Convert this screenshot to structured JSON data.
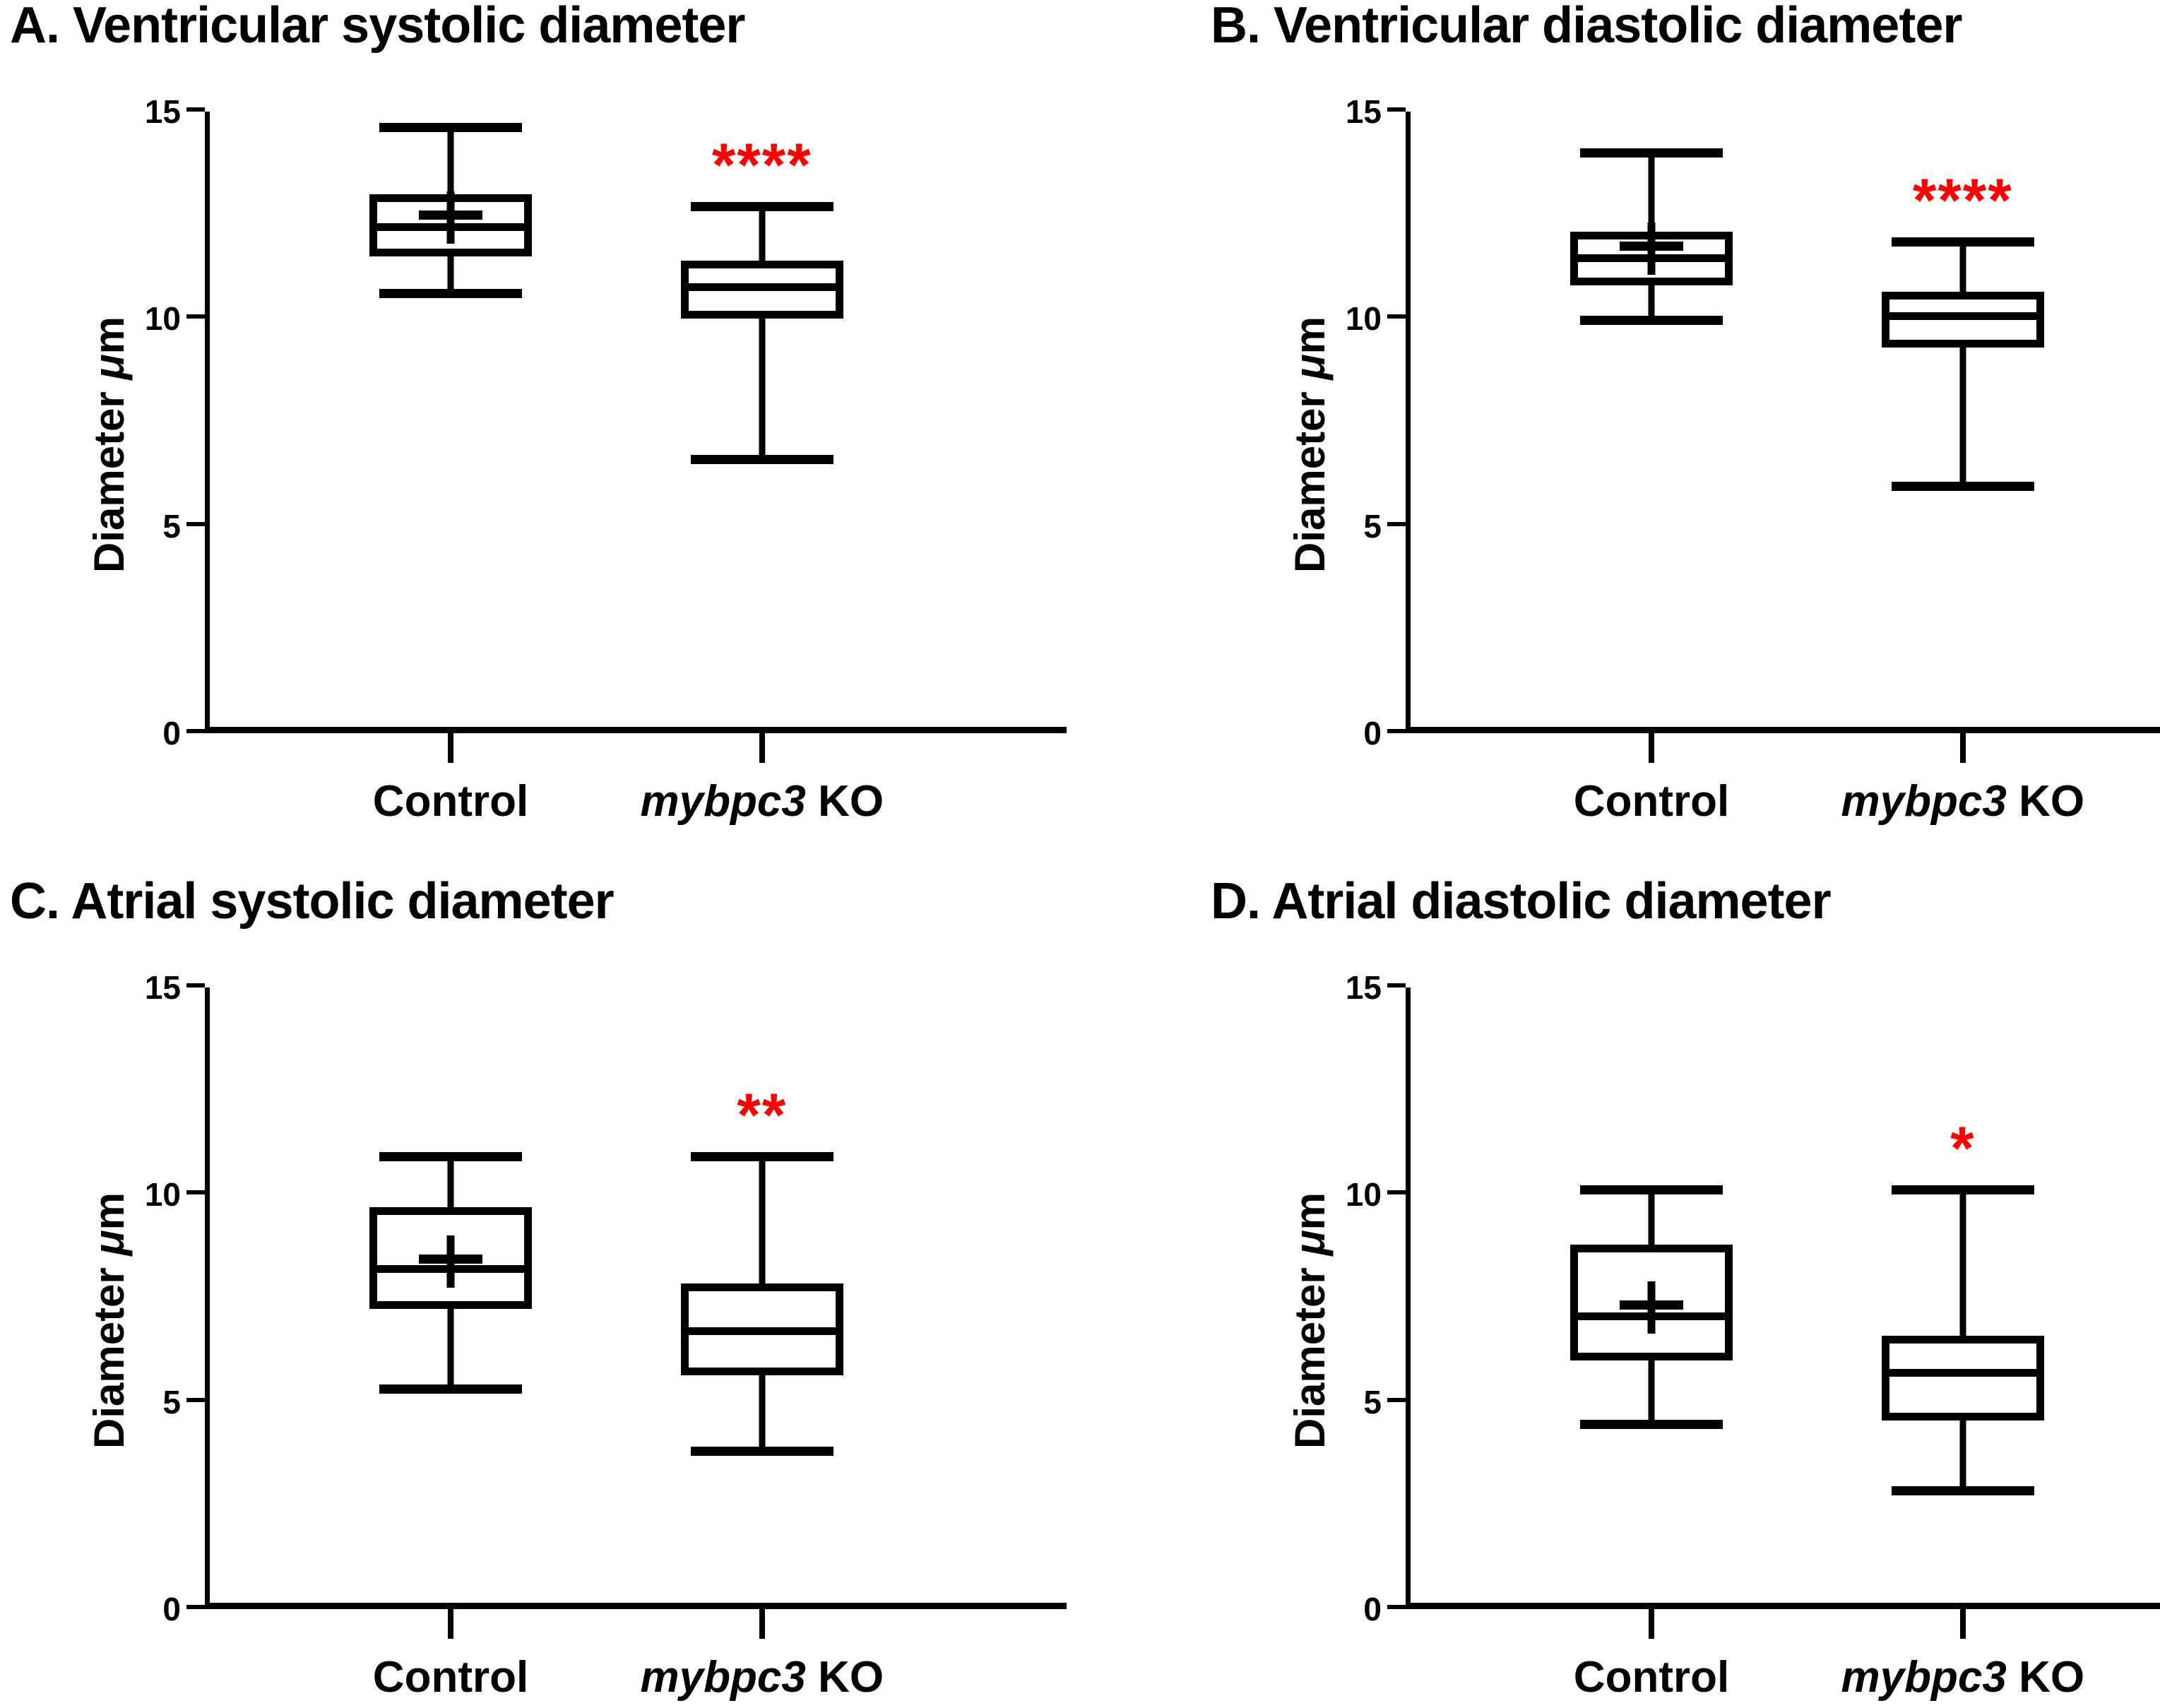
{
  "figure": {
    "background": "#ffffff",
    "axis_color": "#000000",
    "significance_color": "#ff0000"
  },
  "axis": {
    "ylabel": "Diameter ",
    "ylabel_mu": "μ",
    "ylabel_unit": "m",
    "yticks": [
      0,
      5,
      10,
      15
    ],
    "ytick_labels": [
      "0",
      "5",
      "10",
      "15"
    ],
    "ymin": 0,
    "ymax": 15,
    "categories": [
      "Control",
      "mybpc3 KO"
    ],
    "category_gene": "mybpc3",
    "category_suffix": " KO"
  },
  "panels": [
    {
      "id": "A",
      "letter": "A.",
      "title": "Ventricular systolic diameter",
      "full_title": "A. Ventricular systolic diameter"
    },
    {
      "id": "B",
      "letter": "B.",
      "title": "Ventricular diastolic diameter",
      "full_title": "B. Ventricular diastolic diameter"
    },
    {
      "id": "C",
      "letter": "C.",
      "title": "Atrial systolic diameter",
      "full_title": "C. Atrial systolic diameter"
    },
    {
      "id": "D",
      "letter": "D.",
      "title": "Atrial diastolic diameter",
      "full_title": "D. Atrial diastolic diameter"
    }
  ],
  "chart_data": [
    {
      "type": "box",
      "panel": "A",
      "title": "A. Ventricular systolic diameter",
      "xlabel": "",
      "ylabel": "Diameter μm",
      "ylim": [
        0,
        15
      ],
      "yticks": [
        0,
        5,
        10,
        15
      ],
      "grid": false,
      "legend": "none",
      "categories": [
        "Control",
        "mybpc3 KO"
      ],
      "boxes": [
        {
          "category": "Control",
          "whisker_low": 10.5,
          "q1": 11.5,
          "median": 12.2,
          "q3": 13.0,
          "whisker_high": 14.5,
          "mean": 12.35,
          "significance": ""
        },
        {
          "category": "mybpc3 KO",
          "whisker_low": 6.5,
          "q1": 10.0,
          "median": 10.75,
          "q3": 11.4,
          "whisker_high": 12.6,
          "mean": null,
          "significance": "****"
        }
      ]
    },
    {
      "type": "box",
      "panel": "B",
      "title": "B. Ventricular diastolic diameter",
      "xlabel": "",
      "ylabel": "Diameter μm",
      "ylim": [
        0,
        15
      ],
      "yticks": [
        0,
        5,
        10,
        15
      ],
      "grid": false,
      "legend": "none",
      "categories": [
        "Control",
        "mybpc3 KO"
      ],
      "boxes": [
        {
          "category": "Control",
          "whisker_low": 9.85,
          "q1": 10.8,
          "median": 11.45,
          "q3": 12.1,
          "whisker_high": 13.9,
          "mean": 11.6,
          "significance": ""
        },
        {
          "category": "mybpc3 KO",
          "whisker_low": 5.85,
          "q1": 9.3,
          "median": 10.05,
          "q3": 10.65,
          "whisker_high": 11.75,
          "mean": null,
          "significance": "****"
        }
      ]
    },
    {
      "type": "box",
      "panel": "C",
      "title": "C. Atrial systolic diameter",
      "xlabel": "",
      "ylabel": "Diameter μm",
      "ylim": [
        0,
        15
      ],
      "yticks": [
        0,
        5,
        10,
        15
      ],
      "grid": false,
      "legend": "none",
      "categories": [
        "Control",
        "mybpc3 KO"
      ],
      "boxes": [
        {
          "category": "Control",
          "whisker_low": 5.2,
          "q1": 7.25,
          "median": 8.2,
          "q3": 9.7,
          "whisker_high": 10.8,
          "mean": 8.3,
          "significance": ""
        },
        {
          "category": "mybpc3 KO",
          "whisker_low": 3.7,
          "q1": 5.65,
          "median": 6.7,
          "q3": 7.85,
          "whisker_high": 10.8,
          "mean": null,
          "significance": "**"
        }
      ]
    },
    {
      "type": "box",
      "panel": "D",
      "title": "D. Atrial diastolic diameter",
      "xlabel": "",
      "ylabel": "Diameter μm",
      "ylim": [
        0,
        15
      ],
      "yticks": [
        0,
        5,
        10,
        15
      ],
      "grid": false,
      "legend": "none",
      "categories": [
        "Control",
        "mybpc3 KO"
      ],
      "boxes": [
        {
          "category": "Control",
          "whisker_low": 4.35,
          "q1": 6.0,
          "median": 7.05,
          "q3": 8.8,
          "whisker_high": 10.0,
          "mean": 7.2,
          "significance": ""
        },
        {
          "category": "mybpc3 KO",
          "whisker_low": 2.75,
          "q1": 4.55,
          "median": 5.7,
          "q3": 6.6,
          "whisker_high": 10.0,
          "mean": null,
          "significance": "*"
        }
      ]
    }
  ]
}
